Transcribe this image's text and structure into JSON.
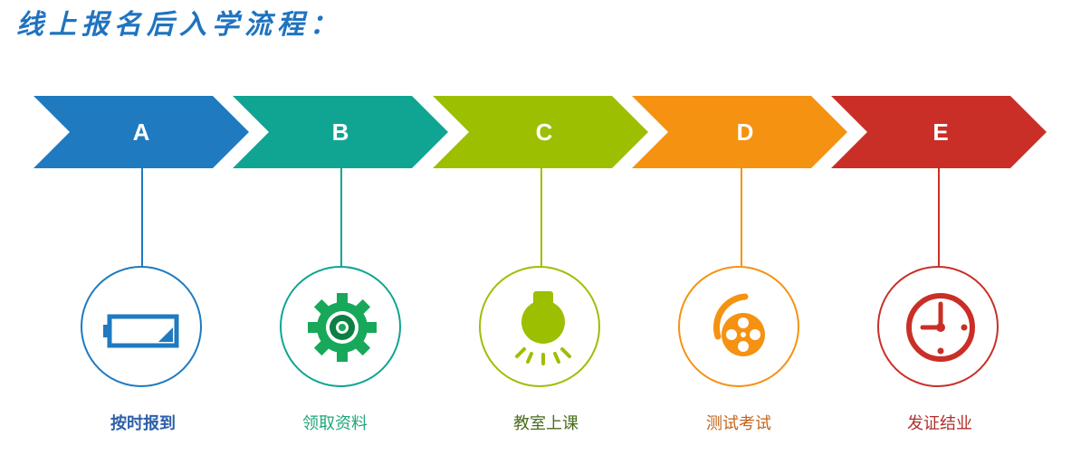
{
  "title": "线上报名后入学流程：",
  "steps": [
    {
      "letter": "A",
      "label": "按时报到",
      "color": "#1f7ac0",
      "label_color": "#2d5fa8",
      "icon": "battery-icon"
    },
    {
      "letter": "B",
      "label": "领取资料",
      "color": "#10a592",
      "label_color": "#1fa77a",
      "icon": "gear-icon"
    },
    {
      "letter": "C",
      "label": "教室上课",
      "color": "#9dbf02",
      "label_color": "#4a6d1e",
      "icon": "lightbulb-icon"
    },
    {
      "letter": "D",
      "label": "测试考试",
      "color": "#f59212",
      "label_color": "#c2641a",
      "icon": "film-reel-icon"
    },
    {
      "letter": "E",
      "label": "发证结业",
      "color": "#c92f27",
      "label_color": "#b0302c",
      "icon": "clock-icon"
    }
  ]
}
